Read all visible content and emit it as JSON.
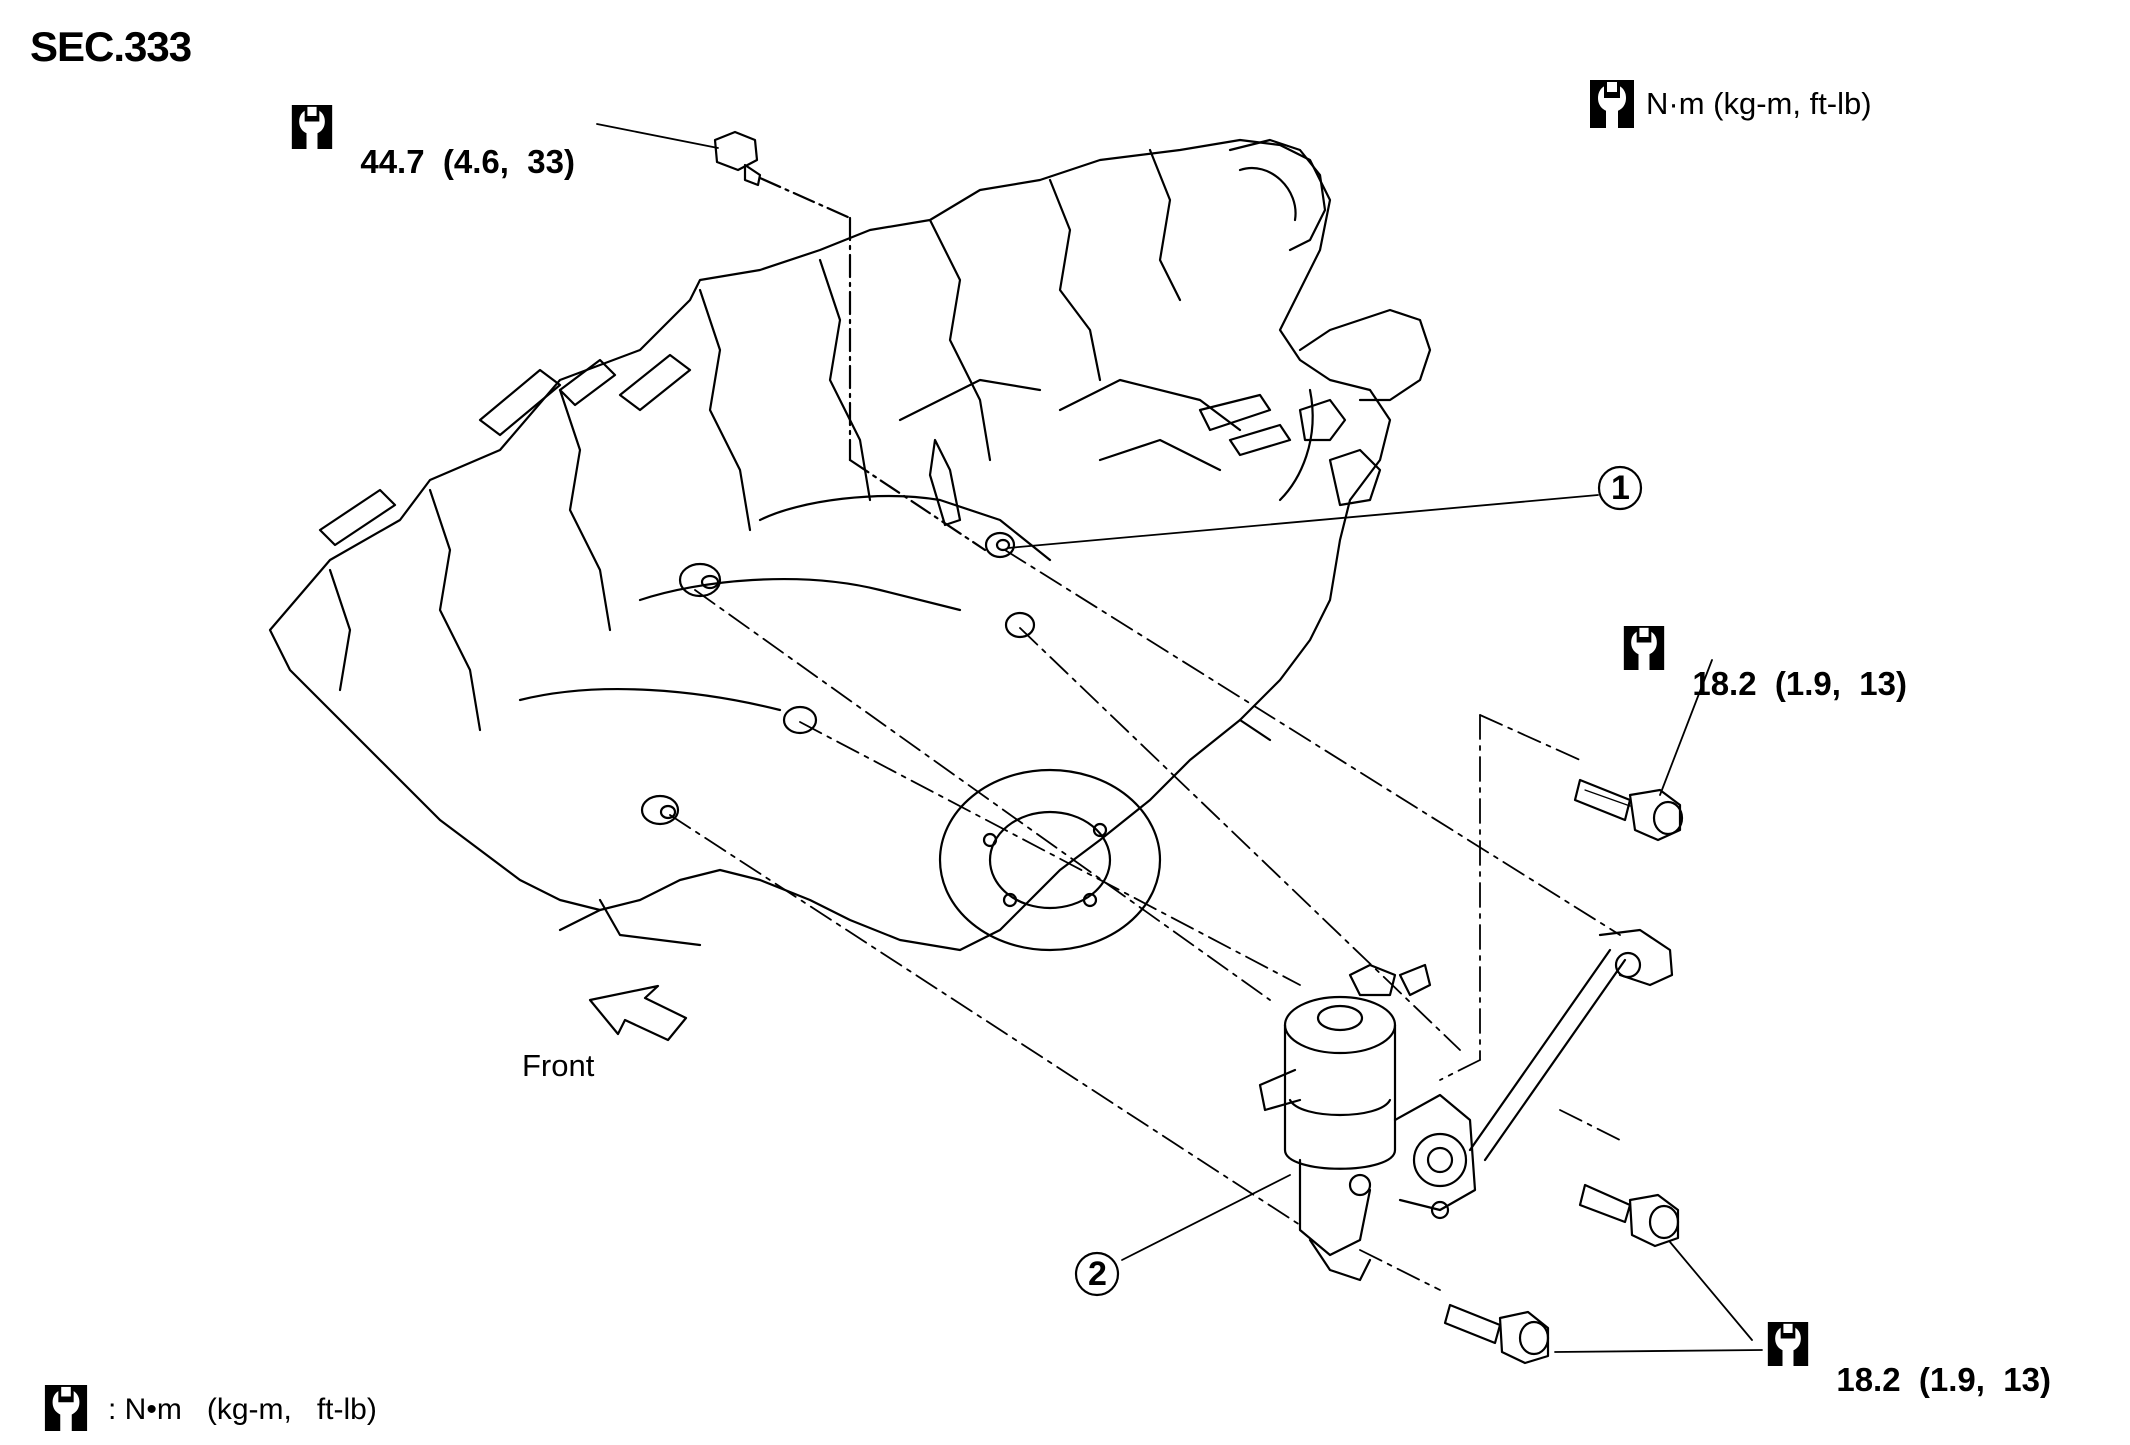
{
  "section_code": "SEC.333",
  "units_header": "N·m (kg-m, ft-lb)",
  "front_label": "Front",
  "legend": {
    "icon": "torque-wrench-icon",
    "text": ": N•m   (kg-m,   ft-lb)"
  },
  "torque_specs": [
    {
      "id": "top-bolt",
      "value": "44.7",
      "detail": "(4.6,  33)",
      "icon": "torque-wrench-icon"
    },
    {
      "id": "upper-right-bolt",
      "value": "18.2",
      "detail": "(1.9,  13)",
      "icon": "torque-wrench-icon"
    },
    {
      "id": "lower-right-bolts",
      "value": "18.2",
      "detail": "(1.9,  13)",
      "icon": "torque-wrench-icon"
    }
  ],
  "callouts": [
    {
      "number": "1"
    },
    {
      "number": "2"
    }
  ]
}
